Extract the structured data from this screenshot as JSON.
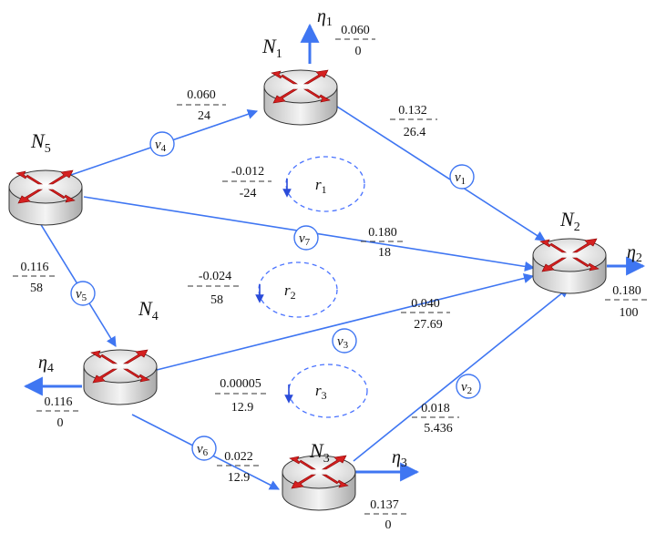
{
  "colors": {
    "edge": "#3f76f2",
    "loop": "#4a73ff",
    "arrow_red": "#d42020",
    "router_top": "#e9e9e9",
    "router_side": "#cfcfcf"
  },
  "nodes": {
    "N1": {
      "label": "N",
      "sub": "1",
      "icon": "router-icon"
    },
    "N2": {
      "label": "N",
      "sub": "2",
      "icon": "router-icon"
    },
    "N3": {
      "label": "N",
      "sub": "3",
      "icon": "router-icon"
    },
    "N4": {
      "label": "N",
      "sub": "4",
      "icon": "router-icon"
    },
    "N5": {
      "label": "N",
      "sub": "5",
      "icon": "router-icon"
    }
  },
  "edges": {
    "v1": {
      "label": "v",
      "sub": "1",
      "top": "0.132",
      "bottom": "26.4"
    },
    "v2": {
      "label": "v",
      "sub": "2",
      "top": "0.018",
      "bottom": "5.436"
    },
    "v3": {
      "label": "v",
      "sub": "3",
      "top": "0.040",
      "bottom": "27.69"
    },
    "v4": {
      "label": "v",
      "sub": "4",
      "top": "0.060",
      "bottom": "24"
    },
    "v5": {
      "label": "v",
      "sub": "5",
      "top": "0.116",
      "bottom": "58"
    },
    "v6": {
      "label": "v",
      "sub": "6",
      "top": "0.022",
      "bottom": "12.9"
    },
    "v7": {
      "label": "v",
      "sub": "7",
      "top": "0.180",
      "bottom": "18"
    }
  },
  "loops": {
    "r1": {
      "label": "r",
      "sub": "1",
      "top": "-0.012",
      "bottom": "-24"
    },
    "r2": {
      "label": "r",
      "sub": "2",
      "top": "-0.024",
      "bottom": "58"
    },
    "r3": {
      "label": "r",
      "sub": "3",
      "top": "0.00005",
      "bottom": "12.9"
    }
  },
  "outputs": {
    "eta1": {
      "label": "η",
      "sub": "1",
      "top": "0.060",
      "bottom": "0"
    },
    "eta2": {
      "label": "η",
      "sub": "2",
      "top": "0.180",
      "bottom": "100"
    },
    "eta3": {
      "label": "η",
      "sub": "3",
      "top": "0.137",
      "bottom": "0"
    },
    "eta4": {
      "label": "η",
      "sub": "4",
      "top": "0.116",
      "bottom": "0"
    }
  }
}
